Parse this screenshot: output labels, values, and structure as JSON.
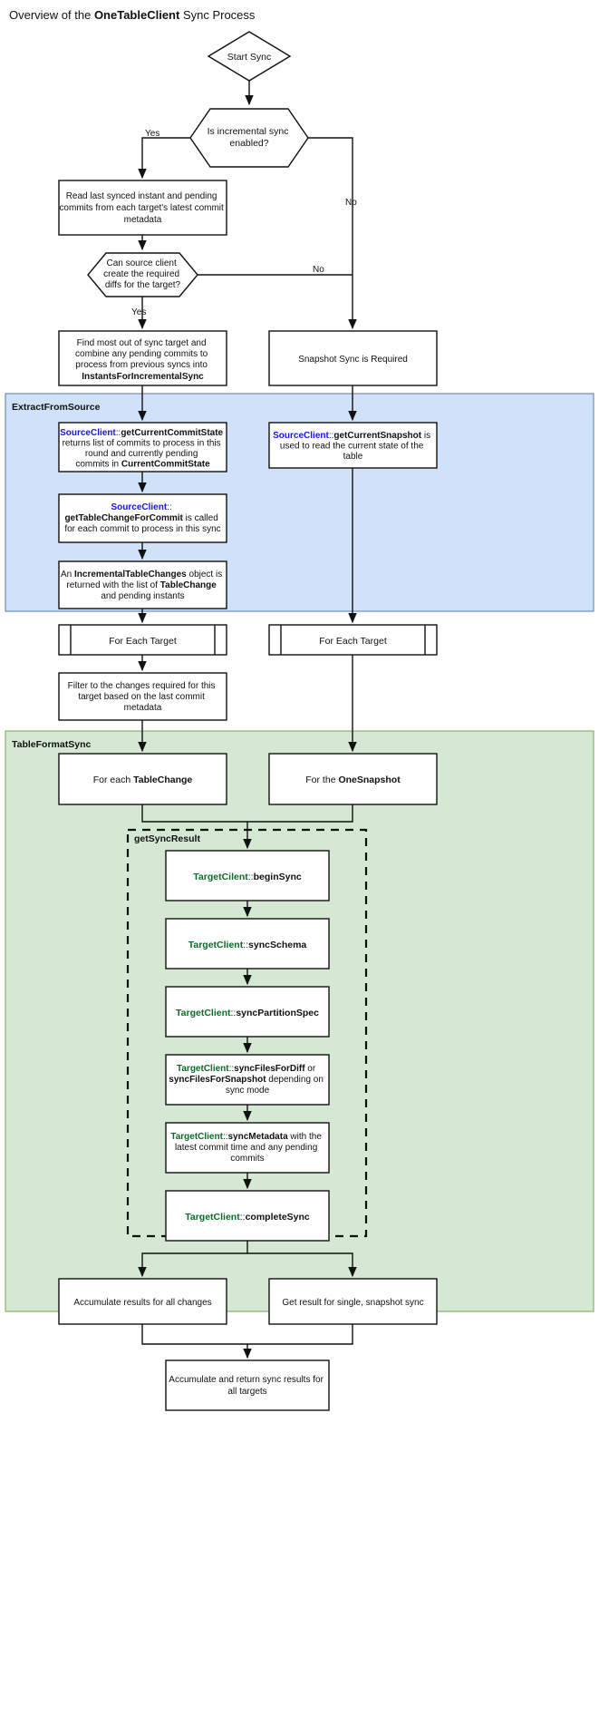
{
  "title": {
    "prefix": "Overview of the ",
    "bold": "OneTableClient",
    "suffix": " Sync Process"
  },
  "colors": {
    "extract_fill": "#cfe2f9",
    "extract_stroke": "#6c8ebf",
    "tableformat_fill": "#d5e8d4",
    "tableformat_stroke": "#82b366",
    "source_client": "#1414ff",
    "target_client": "#0b6b28",
    "node_stroke": "#111111",
    "node_fill": "#ffffff",
    "page_bg": "#ffffff"
  },
  "nodes": {
    "start": {
      "label": "Start Sync",
      "shape": "diamond"
    },
    "incremental_decision": {
      "label": "Is incremental sync enabled?",
      "line1": "Is incremental sync",
      "line2": "enabled?",
      "shape": "hexagon"
    },
    "read_last_synced": {
      "line1": "Read last synced instant and pending",
      "line2": "commits from each target's latest commit",
      "line3": "metadata",
      "shape": "rect"
    },
    "diffs_decision": {
      "line1": "Can source client",
      "line2": "create the required",
      "line3": "diffs for the target?",
      "shape": "hexagon"
    },
    "find_most_out_of_sync": {
      "line1": "Find most out of sync target and",
      "line2": "combine any pending commits to",
      "line3": "process from previous syncs into",
      "line4_bold": "InstantsForIncrementalSync",
      "shape": "rect"
    },
    "snapshot_required": {
      "label": "Snapshot Sync is Required",
      "shape": "rect"
    },
    "get_current_commit_state": {
      "l1_a": "SourceClient",
      "l1_b": "::",
      "l1_c": "getCurrentCommitState",
      "l2": "returns list of commits to process in this",
      "l3": "round and currently pending",
      "l4_a": "commits in ",
      "l4_b": "CurrentCommitState",
      "shape": "rect"
    },
    "get_current_snapshot": {
      "l1_a": "SourceClient",
      "l1_b": "::",
      "l1_c": "getCurrentSnapshot",
      "l1_d": " is",
      "l2": "used to read the current state of the",
      "l3": "table",
      "shape": "rect"
    },
    "get_table_change_for_commit": {
      "l1_a": "SourceClient",
      "l1_b": "::",
      "l2_a": "getTableChangeForCommit",
      "l2_b": " is called",
      "l3": "for each commit to process in this sync",
      "shape": "rect"
    },
    "incremental_table_changes": {
      "l1_a": "An ",
      "l1_b": "IncrementalTableChanges",
      "l1_c": " object is",
      "l2_a": "returned with the list of ",
      "l2_b": "TableChange",
      "l3": "and pending instants",
      "shape": "rect"
    },
    "for_each_target_left": {
      "label": "For Each Target",
      "shape": "subroutine"
    },
    "for_each_target_right": {
      "label": "For Each Target",
      "shape": "subroutine"
    },
    "filter_changes": {
      "l1": "Filter to the changes required for this",
      "l2": "target based on the last commit",
      "l3": "metadata",
      "shape": "rect"
    },
    "for_each_tablechange": {
      "l1_a": "For each ",
      "l1_b": "TableChange",
      "shape": "rect"
    },
    "for_the_onesnapshot": {
      "l1_a": "For the ",
      "l1_b": "OneSnapshot",
      "shape": "rect"
    },
    "begin_sync": {
      "a": "TargetCilent",
      "b": "::",
      "c": "beginSync",
      "shape": "rect"
    },
    "sync_schema": {
      "a": "TargetClient",
      "b": "::",
      "c": "syncSchema",
      "shape": "rect"
    },
    "sync_partition_spec": {
      "a": "TargetClient",
      "b": "::",
      "c": "syncPartitionSpec",
      "shape": "rect"
    },
    "sync_files_for_diff": {
      "a": "TargetClient",
      "b": "::",
      "c": "syncFilesForDiff",
      "d": " or",
      "l2_a": "syncFilesForSnapshot",
      "l2_b": " depending on",
      "l3": "sync mode",
      "shape": "rect"
    },
    "sync_metadata": {
      "a": "TargetClient",
      "b": "::",
      "c": "syncMetadata",
      "d": " with the",
      "l2": "latest commit time and any pending",
      "l3": "commits",
      "shape": "rect"
    },
    "complete_sync": {
      "a": "TargetClient",
      "b": "::",
      "c": "completeSync",
      "shape": "rect"
    },
    "accumulate_results": {
      "label": "Accumulate results for all changes",
      "shape": "rect"
    },
    "get_result_single": {
      "l1": "Get result for single, snapshot sync",
      "shape": "rect"
    },
    "accumulate_return": {
      "l1": "Accumulate and return sync results for",
      "l2": "all targets",
      "shape": "rect"
    }
  },
  "edge_labels": {
    "incremental_yes": "Yes",
    "incremental_no": "No",
    "diffs_yes": "Yes",
    "diffs_no": "No"
  },
  "groups": {
    "extract_from_source": "ExtractFromSource",
    "table_format_sync": "TableFormatSync",
    "get_sync_result": "getSyncResult"
  }
}
